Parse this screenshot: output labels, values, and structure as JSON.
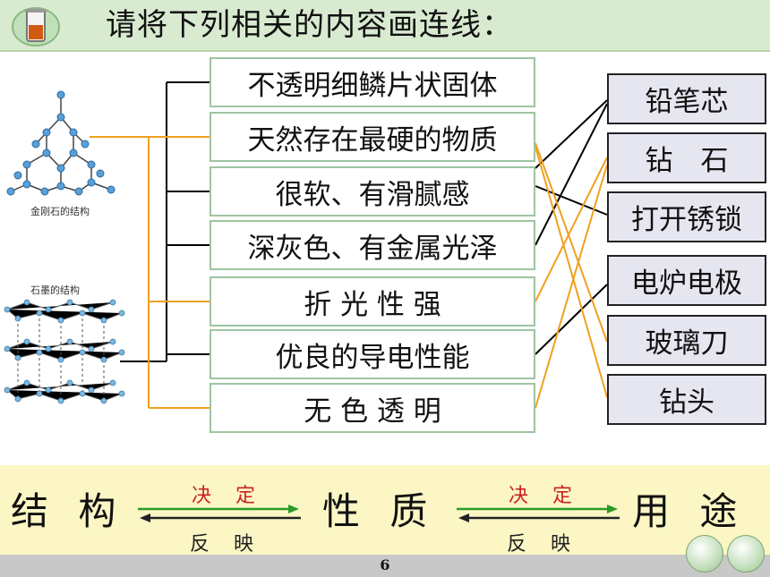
{
  "title": "请将下列相关的内容画连线：",
  "structures": {
    "diamond_caption": "金刚石的结构",
    "graphite_caption": "石墨的结构"
  },
  "properties": [
    "不透明细鳞片状固体",
    "天然存在最硬的物质",
    "很软、有滑腻感",
    "深灰色、有金属光泽",
    "折 光 性 强",
    "优良的导电性能",
    "无 色 透 明"
  ],
  "uses": [
    "铅笔芯",
    "钻　石",
    "打开锈锁",
    "电炉电极",
    "玻璃刀",
    "钻头"
  ],
  "relation": {
    "structure": "结 构",
    "property": "性 质",
    "use": "用 途",
    "decide": "决 定",
    "reflect": "反 映"
  },
  "page_number": "6",
  "colors": {
    "title_bar": "#d8ead0",
    "diamond_line": "#f0a020",
    "graphite_line": "#000000",
    "decide_text": "#cc2222",
    "bottom_band": "#fbf6c4",
    "arrow_green": "#2a9a2a"
  }
}
